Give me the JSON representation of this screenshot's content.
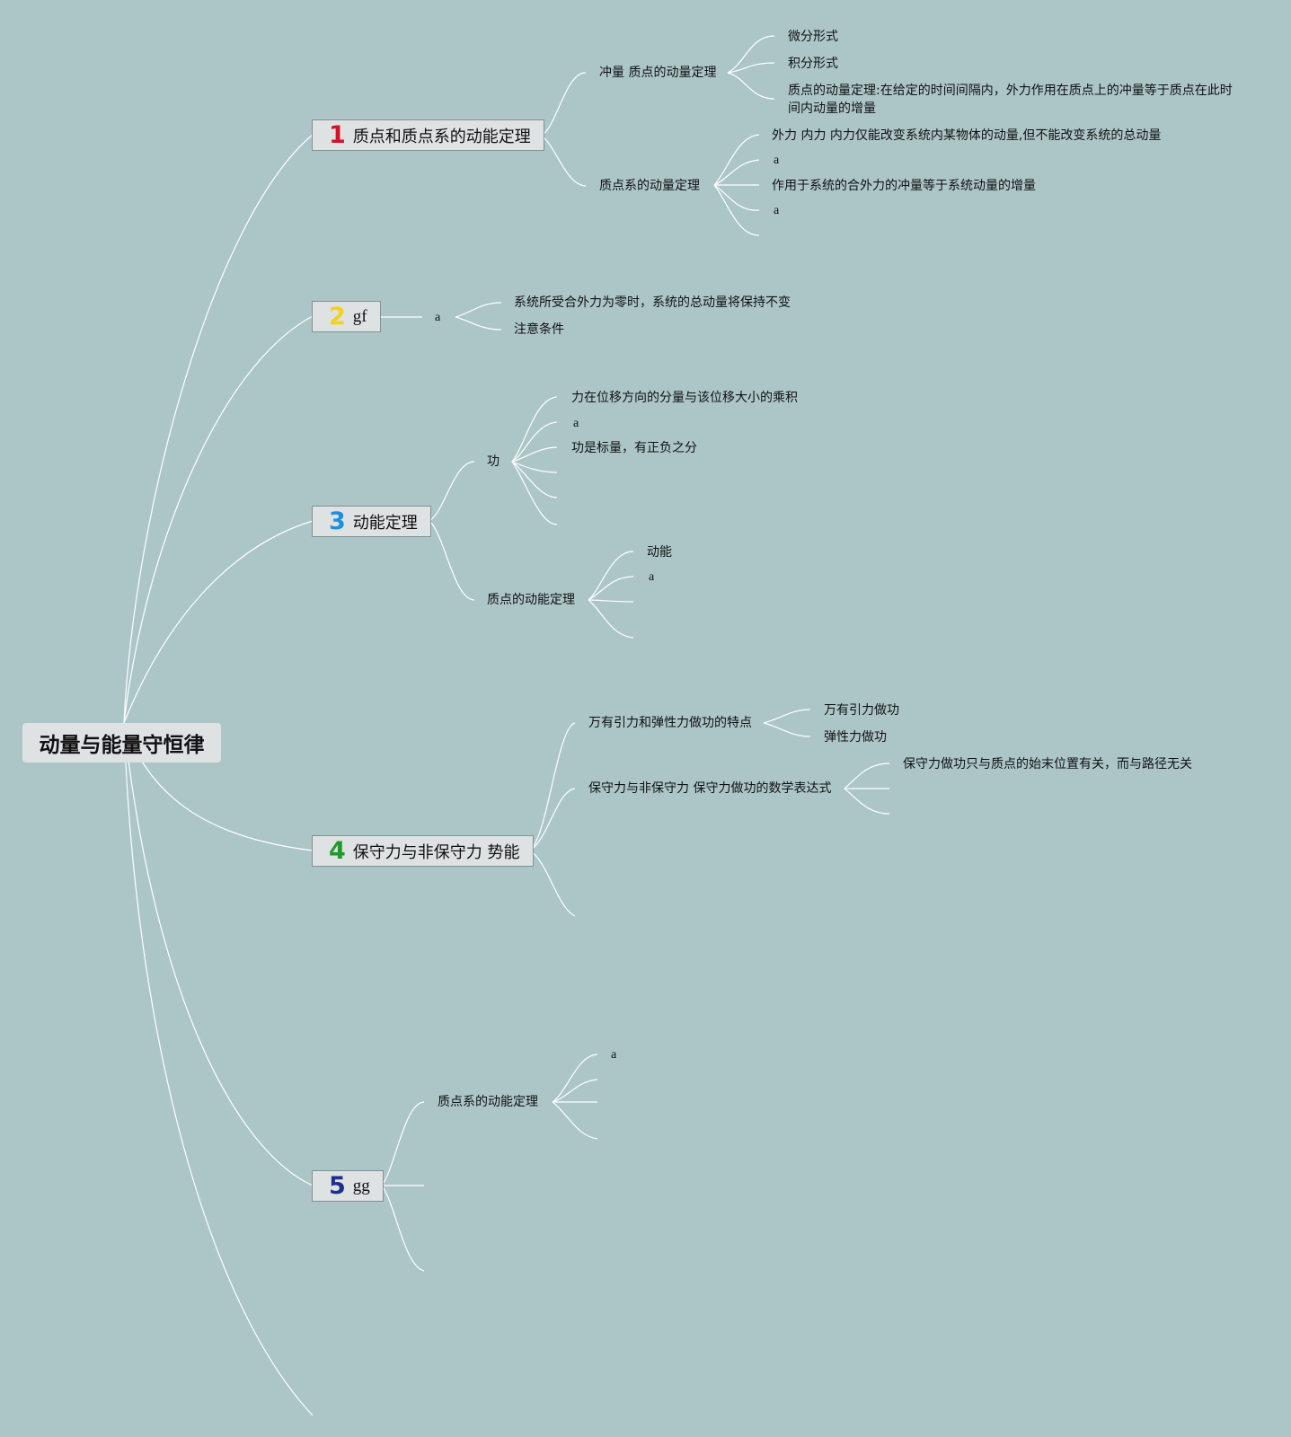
{
  "root": {
    "title": "动量与能量守恒律"
  },
  "branches": [
    {
      "number": "1",
      "number_color": "#d0142a",
      "title": "质点和质点系的动能定理",
      "children": [
        {
          "label": "冲量 质点的动量定理",
          "children": [
            "微分形式",
            "积分形式",
            "质点的动量定理:在给定的时间间隔内，外力作用在质点上的冲量等于质点在此时间内动量的增量"
          ]
        },
        {
          "label": "质点系的动量定理",
          "children": [
            "外力 内力 内力仅能改变系统内某物体的动量,但不能改变系统的总动量",
            "a",
            "作用于系统的合外力的冲量等于系统动量的增量",
            "a"
          ]
        }
      ]
    },
    {
      "number": "2",
      "number_color": "#f2d21c",
      "title": "gf",
      "children": [
        {
          "label": "a",
          "children": [
            "系统所受合外力为零时，系统的总动量将保持不变",
            "注意条件"
          ]
        }
      ]
    },
    {
      "number": "3",
      "number_color": "#1f8fdc",
      "title": "动能定理",
      "children": [
        {
          "label": "功",
          "children": [
            "力在位移方向的分量与该位移大小的乘积",
            "a",
            "功是标量，有正负之分"
          ]
        },
        {
          "label": "质点的动能定理",
          "children": [
            "动能",
            "a"
          ]
        }
      ]
    },
    {
      "number": "4",
      "number_color": "#1f9a2e",
      "title": "保守力与非保守力 势能",
      "children": [
        {
          "label": "万有引力和弹性力做功的特点",
          "children": [
            "万有引力做功",
            "弹性力做功"
          ]
        },
        {
          "label": "保守力与非保守力 保守力做功的数学表达式",
          "children": [
            "保守力做功只与质点的始末位置有关，而与路径无关"
          ]
        }
      ]
    },
    {
      "number": "5",
      "number_color": "#1c2f8a",
      "title": "gg",
      "children": [
        {
          "label": "质点系的动能定理",
          "children": [
            "a"
          ]
        }
      ]
    }
  ]
}
